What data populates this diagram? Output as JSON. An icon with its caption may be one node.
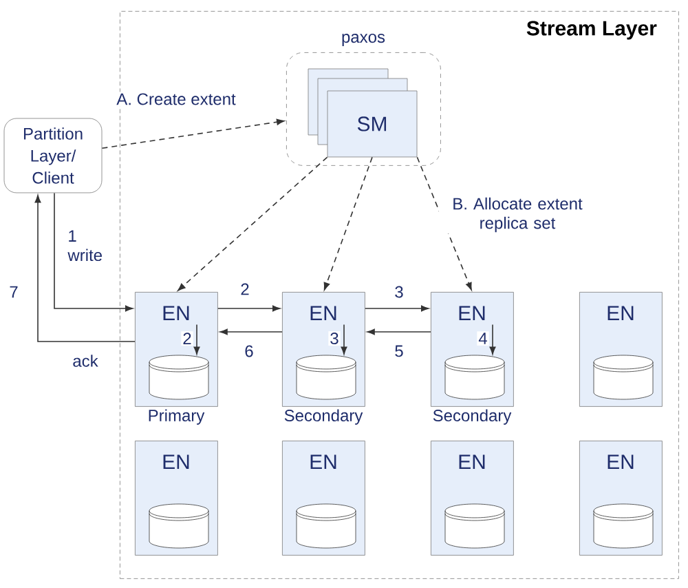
{
  "diagram": {
    "nodes": [
      {
        "text": [
          "Stream Layer"
        ]
      },
      {
        "text": [
          "paxos"
        ],
        "in": 0
      },
      {
        "text": [
          "SM"
        ],
        "in": 1
      },
      {
        "text": [
          "Partition Layer/ Client"
        ]
      },
      {
        "text": [
          "EN"
        ],
        "beside": [
          "Primary"
        ],
        "in": 0
      },
      {
        "text": [
          "EN"
        ],
        "beside": [
          "Secondary"
        ],
        "in": 0
      },
      {
        "text": [
          "EN"
        ],
        "beside": [
          "Secondary"
        ],
        "in": 0
      },
      {
        "text": [
          "EN"
        ],
        "in": 0
      },
      {
        "text": [
          "EN"
        ],
        "in": 0
      },
      {
        "text": [
          "EN"
        ],
        "in": 0
      },
      {
        "text": [
          "EN"
        ],
        "in": 0
      },
      {
        "text": [
          "EN"
        ],
        "in": 0
      },
      {
        "text": [],
        "shape": "cylinder",
        "in": 4
      },
      {
        "text": [],
        "shape": "cylinder",
        "in": 5
      },
      {
        "text": [],
        "shape": "cylinder",
        "in": 6
      },
      {
        "text": [],
        "shape": "cylinder",
        "in": 7
      },
      {
        "text": [],
        "shape": "cylinder",
        "in": 8
      },
      {
        "text": [],
        "shape": "cylinder",
        "in": 9
      },
      {
        "text": [],
        "shape": "cylinder",
        "in": 10
      },
      {
        "text": [],
        "shape": "cylinder",
        "in": 11
      }
    ],
    "edges": [
      {
        "from": 3,
        "to": 1,
        "arrow": "to",
        "style": "dashed",
        "label": "A. Create extent"
      },
      {
        "from": 2,
        "to": 4,
        "arrow": "to",
        "style": "dashed"
      },
      {
        "from": 2,
        "to": 5,
        "arrow": "to",
        "style": "dashed"
      },
      {
        "from": 2,
        "to": 6,
        "arrow": "to",
        "style": "dashed",
        "label": "B. Allocate extent replica set"
      },
      {
        "from": 3,
        "to": 4,
        "arrow": "to",
        "label": "1 write"
      },
      {
        "from": 4,
        "to": 3,
        "arrow": "to",
        "label": "ack"
      },
      {
        "from": 4,
        "to": 5,
        "arrow": "to",
        "label": "2"
      },
      {
        "from": 5,
        "to": 4,
        "arrow": "to",
        "label": "6"
      },
      {
        "from": 5,
        "to": 6,
        "arrow": "to",
        "label": "3"
      },
      {
        "from": 6,
        "to": 5,
        "arrow": "to",
        "label": "5"
      },
      {
        "from": null,
        "to": 12,
        "arrow": "to",
        "label": "2"
      },
      {
        "from": null,
        "to": 13,
        "arrow": "to",
        "label": "3"
      },
      {
        "from": null,
        "to": 14,
        "arrow": "to",
        "label": "4"
      }
    ],
    "labels": [
      "7"
    ]
  }
}
